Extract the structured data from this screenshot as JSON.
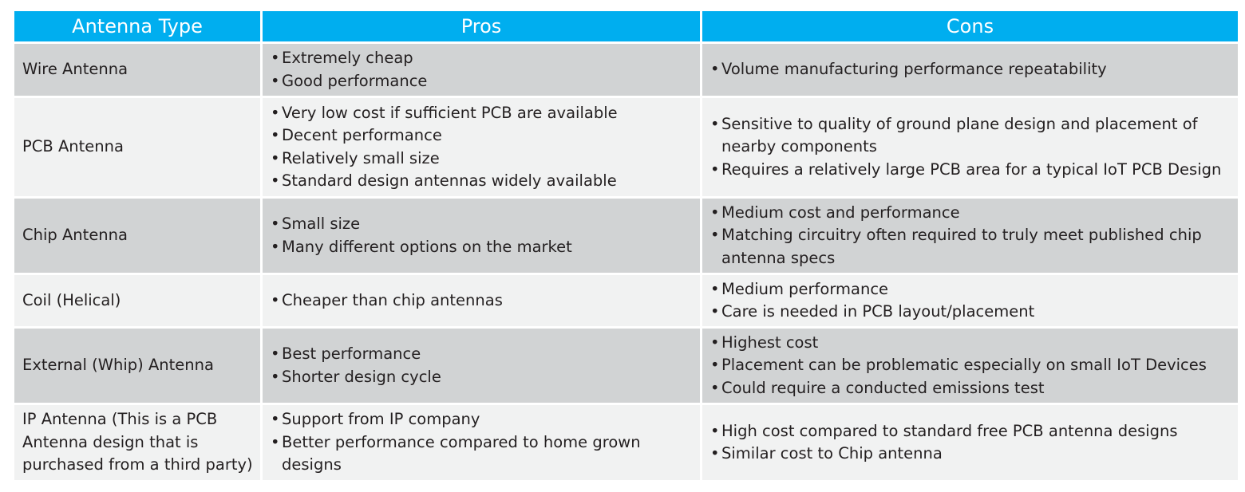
{
  "headers": {
    "col1": "Antenna Type",
    "col2": "Pros",
    "col3": "Cons"
  },
  "colors": {
    "header_bg": "#00aeef",
    "header_text": "#ffffff",
    "row_dark": "#d1d3d4",
    "row_light": "#f1f2f2",
    "text": "#231f20"
  },
  "rows": [
    {
      "type": "Wire Antenna",
      "pros": [
        "Extremely cheap",
        "Good performance"
      ],
      "cons": [
        "Volume manufacturing performance repeatability"
      ]
    },
    {
      "type": "PCB Antenna",
      "pros": [
        "Very low cost if sufficient PCB are available",
        "Decent performance",
        "Relatively small size",
        "Standard design antennas widely available"
      ],
      "cons": [
        "Sensitive to quality of ground  plane design and placement of nearby components",
        "Requires a relatively large PCB area for a typical IoT PCB Design"
      ]
    },
    {
      "type": "Chip Antenna",
      "pros": [
        "Small size",
        "Many different options on the market"
      ],
      "cons": [
        "Medium cost and performance",
        "Matching circuitry often required to truly meet published chip antenna specs"
      ]
    },
    {
      "type": "Coil (Helical)",
      "pros": [
        "Cheaper than chip antennas"
      ],
      "cons": [
        "Medium performance",
        "Care is needed in PCB layout/placement"
      ]
    },
    {
      "type": "External (Whip) Antenna",
      "pros": [
        "Best performance",
        "Shorter design cycle"
      ],
      "cons": [
        "Highest cost",
        "Placement can be problematic especially on small IoT Devices",
        "Could require a conducted emissions test"
      ]
    },
    {
      "type": "IP Antenna (This is a PCB Antenna design that is purchased from a third party)",
      "pros": [
        "Support from IP company",
        "Better performance compared to home grown designs"
      ],
      "cons": [
        "High cost compared to standard free PCB antenna designs",
        "Similar cost to Chip antenna"
      ]
    }
  ]
}
